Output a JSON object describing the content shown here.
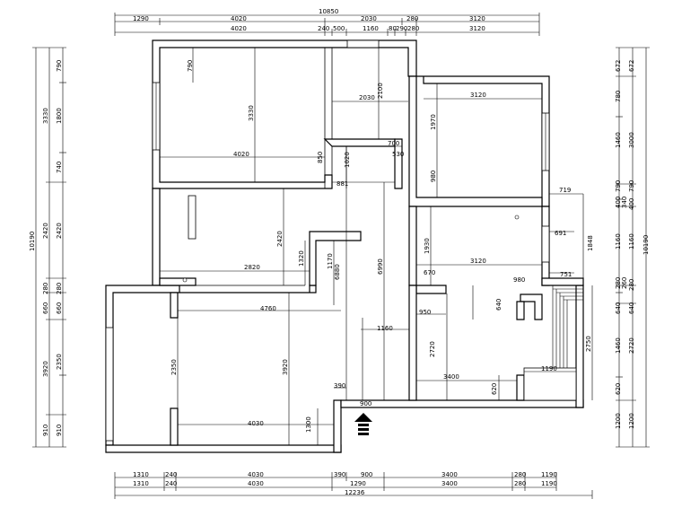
{
  "top_dims": {
    "total": "10850",
    "row1": [
      "1290",
      "4020",
      "2030",
      "280",
      "3120"
    ],
    "row2": [
      "4020",
      "240",
      "500",
      "1160",
      "80",
      "290",
      "280",
      "3120"
    ]
  },
  "bottom_dims": {
    "row1": [
      "1310",
      "240",
      "4030",
      "390",
      "900",
      "3400",
      "280",
      "1190"
    ],
    "row2": [
      "1310",
      "240",
      "4030",
      "1290",
      "3400",
      "280",
      "1190"
    ],
    "total": "12236"
  },
  "left_dims": {
    "total": "10190",
    "outer": [
      "3330",
      "2420",
      "280",
      "660",
      "3920",
      "910"
    ],
    "inner": [
      "790",
      "1800",
      "740",
      "2420",
      "280",
      "660",
      "2350",
      "910"
    ]
  },
  "right_dims": {
    "total": "10190",
    "outer": [
      "672",
      "3000",
      "790",
      "400",
      "1160",
      "1848",
      "280",
      "640",
      "2720",
      "1200"
    ],
    "inner": [
      "672",
      "780",
      "1460",
      "790",
      "400",
      "340",
      "1160",
      "280",
      "260",
      "640",
      "1460",
      "620",
      "1200"
    ]
  },
  "interior_dims": {
    "room_a_width": "4020",
    "room_a_height": "3330",
    "room_a_window": "790",
    "corridor_width": "2030",
    "corridor_height": "2100",
    "wc_width": "700",
    "wc_side": "530",
    "wc_a": "1020",
    "wc_b": "850",
    "wc_c": "881",
    "room_b_width": "3120",
    "room_b_h1": "1970",
    "room_b_h2": "980",
    "room_b_ext": "719",
    "living_width": "2820",
    "living_height": "2420",
    "living_h2": "1320",
    "hall_a": "1170",
    "hall_b": "6880",
    "hall_c": "6990",
    "kitchen_width": "3120",
    "kitchen_h": "1930",
    "kitchen_side": "691",
    "kitchen_door": "670",
    "kitchen_751": "751",
    "kitchen_980": "980",
    "kitchen_640": "640",
    "balcony_2750": "2750",
    "dining_950": "950",
    "dining_1160": "1160",
    "dining_2720": "2720",
    "dining_3400": "3400",
    "dining_620": "620",
    "dining_1190": "1190",
    "master_width": "4760",
    "master_height": "3920",
    "master_2350": "2350",
    "master_bottom": "4030",
    "master_1300": "1300",
    "entry_390": "390",
    "entry_900": "900"
  },
  "entry_arrow_icon": "entry-arrow-icon"
}
